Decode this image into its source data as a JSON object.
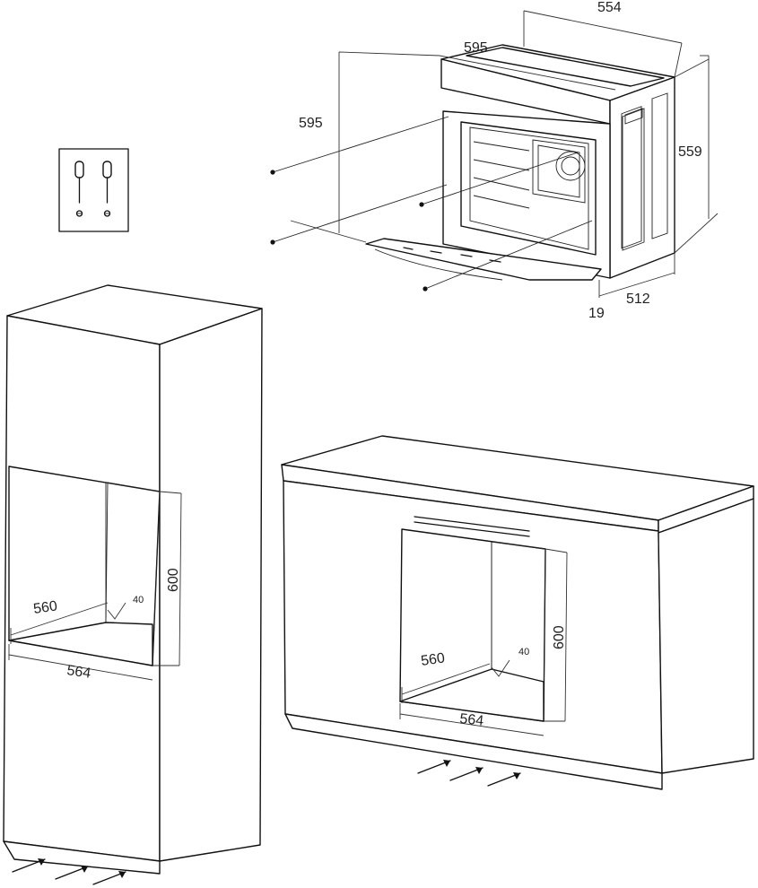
{
  "oven": {
    "dims": {
      "top_depth": "554",
      "top_width": "595",
      "height": "595",
      "side_height": "559",
      "body_depth": "512",
      "front_thickness": "19"
    }
  },
  "tall_cabinet": {
    "dims": {
      "niche_height": "600",
      "inner_depth": "560",
      "gap": "40",
      "niche_width": "564"
    }
  },
  "base_cabinet": {
    "dims": {
      "niche_height": "600",
      "inner_depth": "560",
      "gap": "40",
      "niche_width": "564"
    }
  }
}
